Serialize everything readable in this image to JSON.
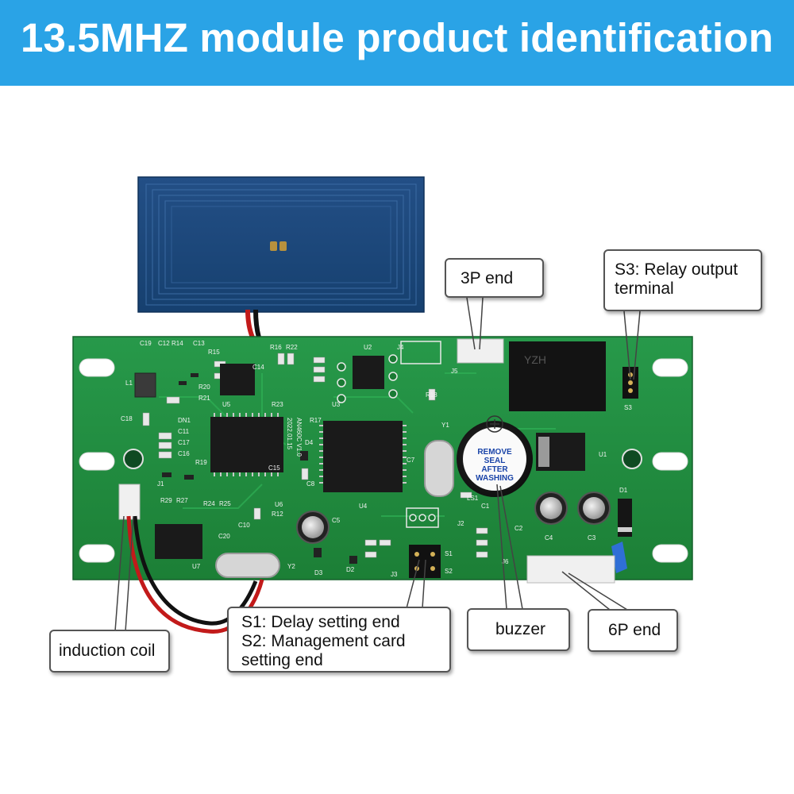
{
  "title": "13.5MHZ module product identification",
  "callouts": {
    "p3_end": "3P end",
    "s3_line1": "S3: Relay output",
    "s3_line2": "terminal",
    "induction_coil": "induction coil",
    "s1_line": "S1: Delay setting end",
    "s2_line1": "S2: Management card",
    "s2_line2": "setting end",
    "buzzer": "buzzer",
    "p6_end": "6P end"
  },
  "board": {
    "buzzer_sticker": [
      "REMOVE",
      "SEAL",
      "AFTER",
      "WASHING"
    ],
    "relay_marking": "YZH",
    "silkscreen": {
      "version": "AN460C V1.0",
      "date": "2022.01.15",
      "labels": [
        "C19",
        "C12",
        "R14",
        "C13",
        "L1",
        "DN1",
        "C11",
        "C17",
        "C16",
        "C18",
        "R15",
        "R16",
        "R20",
        "R21",
        "R22",
        "R23",
        "R17",
        "R18",
        "R29",
        "R27",
        "R24",
        "R25",
        "R19",
        "R12",
        "C10",
        "C20",
        "C14",
        "C15",
        "C8",
        "C7",
        "C5",
        "C4",
        "C3",
        "C2",
        "C1",
        "U1",
        "U2",
        "U3",
        "U4",
        "U5",
        "U6",
        "U7",
        "Y1",
        "Y2",
        "J1",
        "J2",
        "J3",
        "J4",
        "J5",
        "J6",
        "S1",
        "S2",
        "S3",
        "D1",
        "D2",
        "D3",
        "D4",
        "LS1"
      ]
    }
  },
  "colors": {
    "banner": "#2aa3e6",
    "pcb": "#1f8c3a",
    "antenna": "#1d4f86"
  }
}
